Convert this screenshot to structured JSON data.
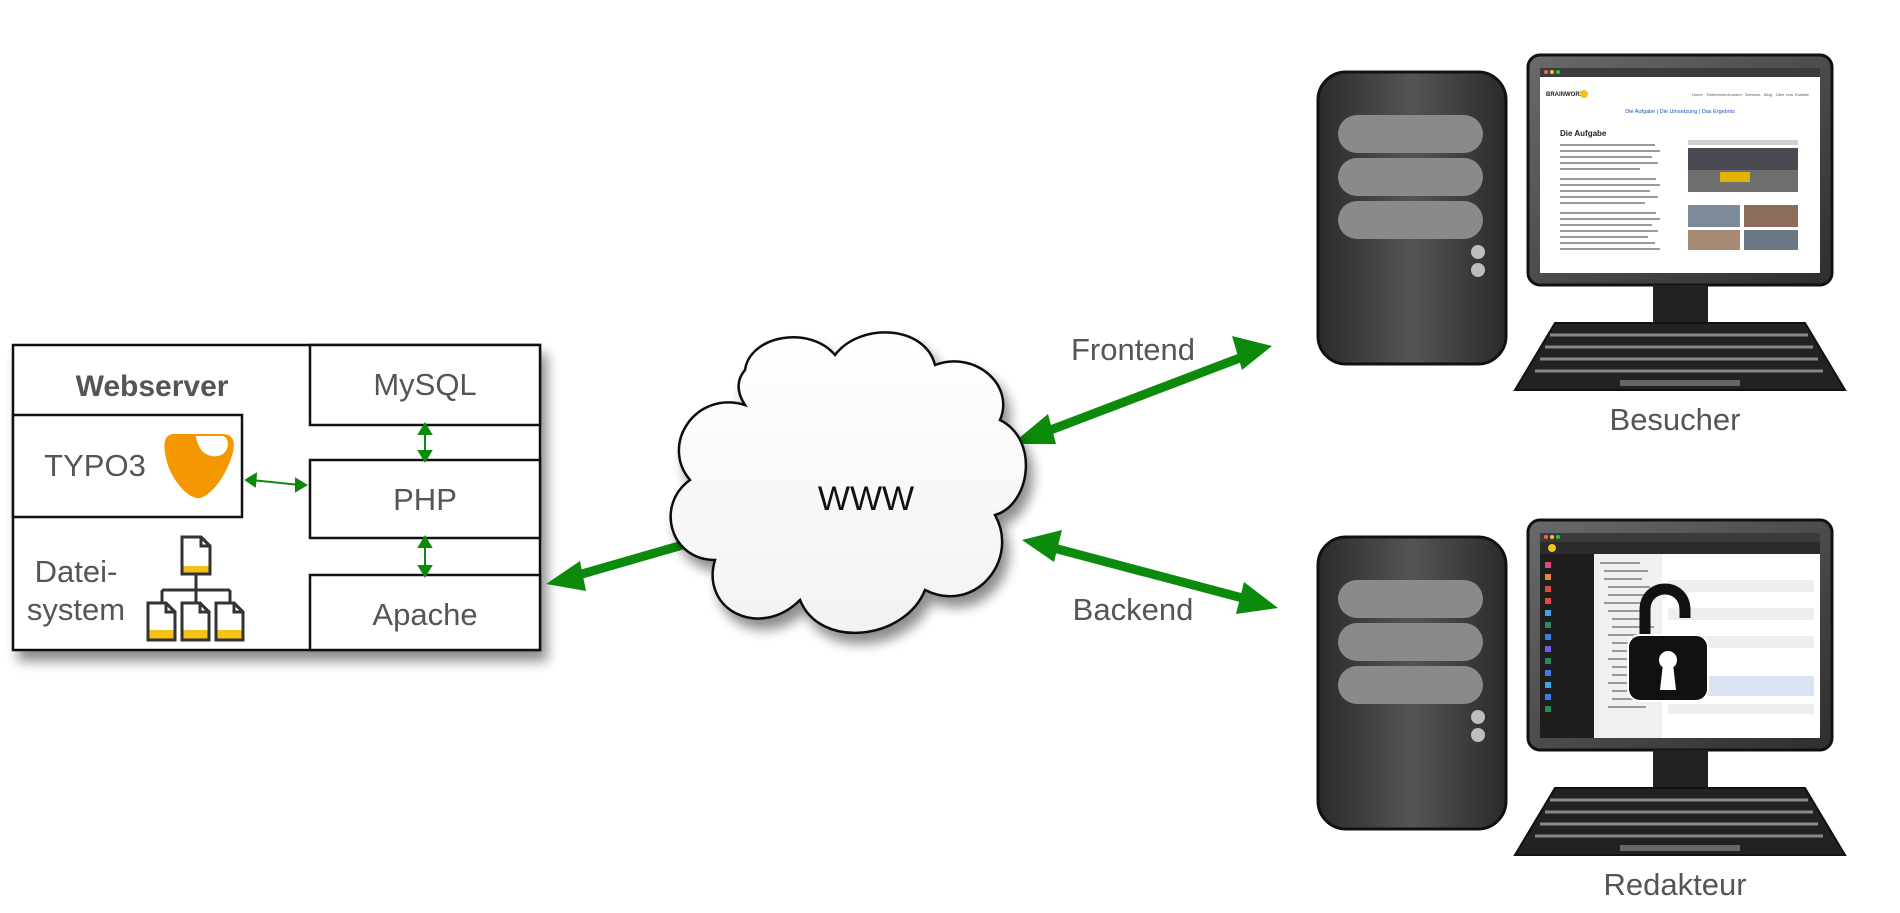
{
  "webserver": {
    "title": "Webserver",
    "typo3_label": "TYPO3",
    "filesystem_line1": "Datei-",
    "filesystem_line2": "system",
    "mysql_label": "MySQL",
    "php_label": "PHP",
    "apache_label": "Apache"
  },
  "cloud": {
    "label": "WWW"
  },
  "connections": {
    "frontend_label": "Frontend",
    "backend_label": "Backend"
  },
  "clients": [
    {
      "label": "Besucher",
      "screen": {
        "logo": "BRAINWORX",
        "nav_items": [
          "Home",
          "Referenzen",
          "Kunden",
          "Services",
          "Blog",
          "Über Uns",
          "Kontakt"
        ],
        "subtitle": "Die Aufgabe | Die Umsetzung | Das Ergebnis",
        "heading": "Die Aufgabe"
      }
    },
    {
      "label": "Redakteur",
      "screen": {
        "lock_icon": "unlocked-padlock-icon"
      }
    }
  ],
  "colors": {
    "arrow": "#0b8a0b",
    "typo3_orange": "#f49700",
    "computer_dark": "#3c3c3c",
    "computer_mid": "#6a6a6a",
    "file_yellow": "#f5c21b"
  }
}
